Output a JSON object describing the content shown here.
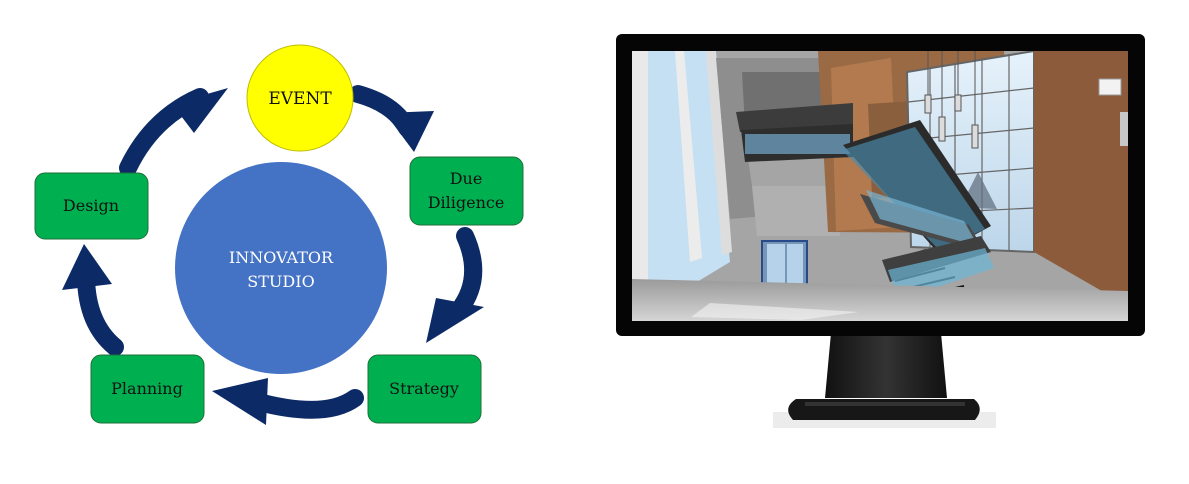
{
  "diagram": {
    "center_label_line1": "INNOVATOR",
    "center_label_line2": "STUDIO",
    "event_label": "EVENT",
    "due_label_line1": "Due",
    "due_label_line2": "Diligence",
    "strategy_label": "Strategy",
    "planning_label": "Planning",
    "design_label": "Design"
  },
  "colors": {
    "arrow": "#0c2a66",
    "event_fill": "#ffff00",
    "center_fill": "#4472c4",
    "step_fill": "#00b050"
  },
  "monitor": {
    "screen_content": "3D architectural model of a multi-story atrium with glass staircase"
  }
}
